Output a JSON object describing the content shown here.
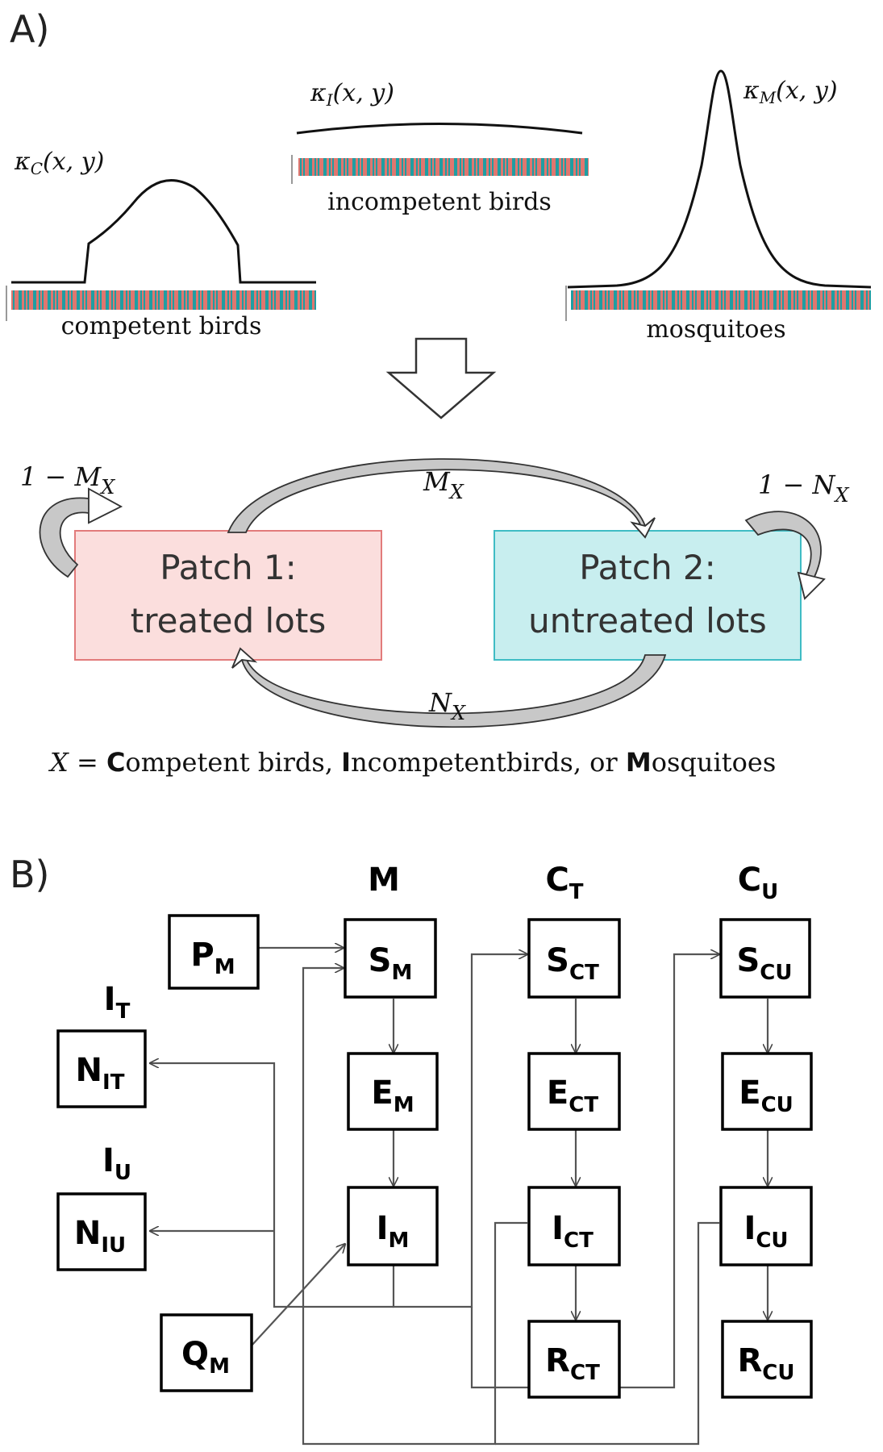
{
  "panel_a": {
    "label": "A)",
    "kappa_c": "κ",
    "kappa_c_sub": "C",
    "kappa_c_args": "(x, y)",
    "kappa_i": "κ",
    "kappa_i_sub": "I",
    "kappa_i_args": "(x, y)",
    "kappa_m": "κ",
    "kappa_m_sub": "M",
    "kappa_m_args": "(x, y)",
    "group_competent": "competent birds",
    "group_incompetent": "incompetent birds",
    "group_mosquitoes": "mosquitoes",
    "patch1_line1": "Patch 1:",
    "patch1_line2": "treated lots",
    "patch2_line1": "Patch 2:",
    "patch2_line2": "untreated lots",
    "self1_prefix": "1 − M",
    "self1_sub": "X",
    "self2_prefix": "1 − N",
    "self2_sub": "X",
    "mig_top": "M",
    "mig_top_sub": "X",
    "mig_bottom": "N",
    "mig_bottom_sub": "X",
    "legend": {
      "x": "X",
      "eq": " = ",
      "c_bold": "C",
      "c_rest": "ompetent birds, ",
      "i_bold": "I",
      "i_rest": "ncompetentbirds, or ",
      "m_bold": "M",
      "m_rest": "osquitoes"
    }
  },
  "panel_b": {
    "label": "B)",
    "columns": [
      {
        "main": "M",
        "sub": ""
      },
      {
        "main": "C",
        "sub": "T"
      },
      {
        "main": "C",
        "sub": "U"
      }
    ],
    "side_labels": [
      {
        "main": "I",
        "sub": "T"
      },
      {
        "main": "I",
        "sub": "U"
      }
    ],
    "boxes": {
      "PM": {
        "main": "P",
        "sub": "M"
      },
      "SM": {
        "main": "S",
        "sub": "M"
      },
      "EM": {
        "main": "E",
        "sub": "M"
      },
      "IM": {
        "main": "I",
        "sub": "M"
      },
      "QM": {
        "main": "Q",
        "sub": "M"
      },
      "NIT": {
        "main": "N",
        "sub": "IT"
      },
      "NIU": {
        "main": "N",
        "sub": "IU"
      },
      "SCT": {
        "main": "S",
        "sub": "CT"
      },
      "ECT": {
        "main": "E",
        "sub": "CT"
      },
      "ICT": {
        "main": "I",
        "sub": "CT"
      },
      "RCT": {
        "main": "R",
        "sub": "CT"
      },
      "SCU": {
        "main": "S",
        "sub": "CU"
      },
      "ECU": {
        "main": "E",
        "sub": "CU"
      },
      "ICU": {
        "main": "I",
        "sub": "CU"
      },
      "RCU": {
        "main": "R",
        "sub": "CU"
      }
    }
  },
  "colors": {
    "patch1_fill": "#fbdedd",
    "patch1_stroke": "#e27b7b",
    "patch2_fill": "#c8eeef",
    "patch2_stroke": "#3fbcc4",
    "habitat_teal": "#1f9ea2",
    "habitat_red": "#e0766f",
    "arrow_fill": "#c8c8c8",
    "line": "#555555"
  }
}
